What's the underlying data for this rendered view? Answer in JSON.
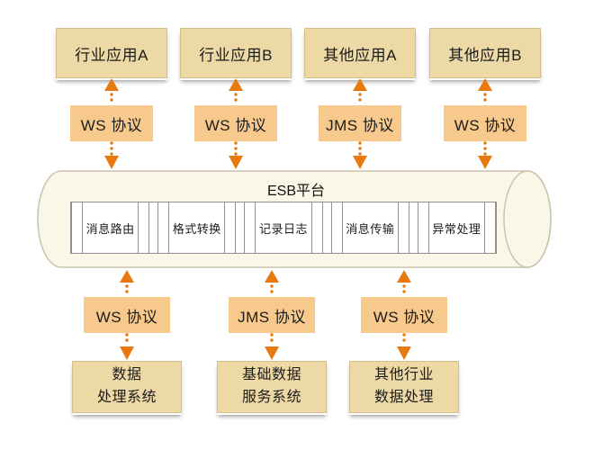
{
  "diagram": {
    "esb_title": "ESB平台",
    "top_apps": [
      {
        "label": "行业应用A",
        "protocol": "WS 协议"
      },
      {
        "label": "行业应用B",
        "protocol": "WS 协议"
      },
      {
        "label": "其他应用A",
        "protocol": "JMS 协议"
      },
      {
        "label": "其他应用B",
        "protocol": "WS 协议"
      }
    ],
    "esb_modules": [
      "消息路由",
      "格式转换",
      "记录日志",
      "消息传输",
      "异常处理"
    ],
    "bottom_systems": [
      {
        "label": "数据\n处理系统",
        "protocol": "WS 协议"
      },
      {
        "label": "基础数据\n服务系统",
        "protocol": "JMS 协议"
      },
      {
        "label": "其他行业\n数据处理",
        "protocol": "WS 协议"
      }
    ],
    "colors": {
      "app_box_fill": "#ecd9a5",
      "app_box_border": "#d2bf8a",
      "protocol_fill": "#f8c98c",
      "arrow": "#e8790f",
      "cylinder_fill": "#fbf7e8",
      "cylinder_border": "#c9c4ad",
      "module_border": "#8f8f8f",
      "text": "#1c1c1c"
    }
  }
}
